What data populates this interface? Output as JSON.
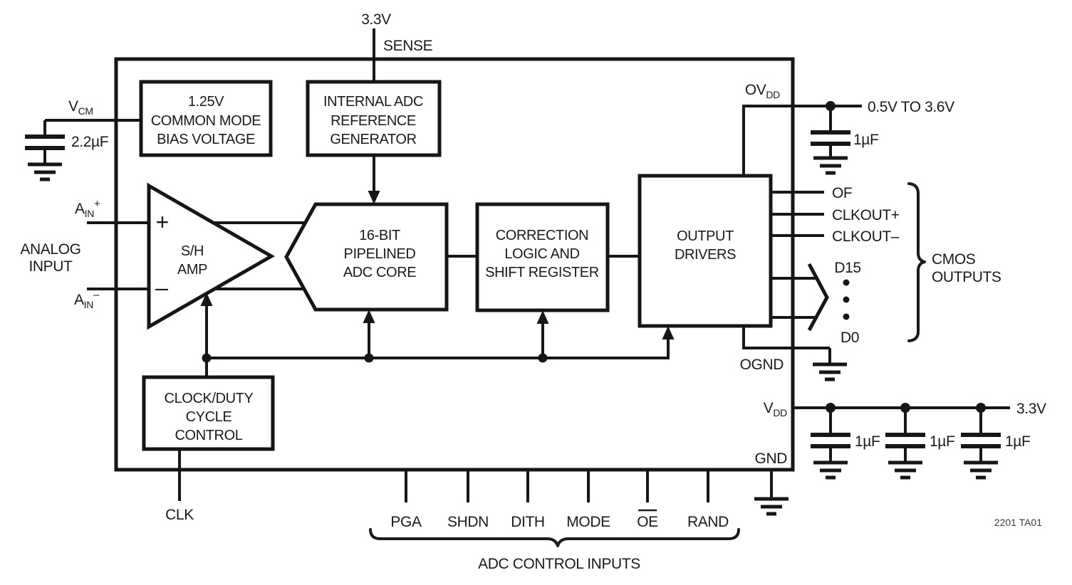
{
  "diagram": {
    "part_note": "2201 TA01",
    "supply_top": "3.3V",
    "supply_vdd": "3.3V",
    "ovdd_range": "0.5V TO 3.6V",
    "cap_vcm_value": "2.2µF",
    "cap_bypass_value": "1µF"
  },
  "blocks": {
    "bias": {
      "line1": "1.25V",
      "line2": "COMMON MODE",
      "line3": "BIAS VOLTAGE"
    },
    "refgen": {
      "line1": "INTERNAL ADC",
      "line2": "REFERENCE",
      "line3": "GENERATOR"
    },
    "core": {
      "line1": "16-BIT",
      "line2": "PIPELINED",
      "line3": "ADC CORE"
    },
    "correction": {
      "line1": "CORRECTION",
      "line2": "LOGIC AND",
      "line3": "SHIFT REGISTER"
    },
    "drivers": {
      "line1": "OUTPUT",
      "line2": "DRIVERS"
    },
    "clock": {
      "line1": "CLOCK/DUTY",
      "line2": "CYCLE",
      "line3": "CONTROL"
    },
    "amp": {
      "line1": "S/H",
      "line2": "AMP",
      "plus": "+",
      "minus": "–"
    }
  },
  "pins": {
    "vcm_main": "V",
    "vcm_sub": "CM",
    "ain_main": "A",
    "ain_sub": "IN",
    "ain_plus_sup": "+",
    "ain_minus_sup": "–",
    "sense": "SENSE",
    "ovdd_main": "OV",
    "ovdd_sub": "DD",
    "vdd_main": "V",
    "vdd_sub": "DD",
    "gnd": "GND",
    "ognd": "OGND",
    "clk": "CLK",
    "of": "OF",
    "clkout_p": "CLKOUT+",
    "clkout_m": "CLKOUT–",
    "d15": "D15",
    "d0": "D0"
  },
  "control_inputs": {
    "pga": "PGA",
    "shdn": "SHDN",
    "dith": "DITH",
    "mode": "MODE",
    "oe": "OE",
    "rand": "RAND",
    "caption": "ADC CONTROL INPUTS"
  },
  "annotations": {
    "analog1": "ANALOG",
    "analog2": "INPUT",
    "cmos1": "CMOS",
    "cmos2": "OUTPUTS"
  },
  "colors": {
    "ink": "#1a1a1a",
    "background": "#ffffff"
  }
}
